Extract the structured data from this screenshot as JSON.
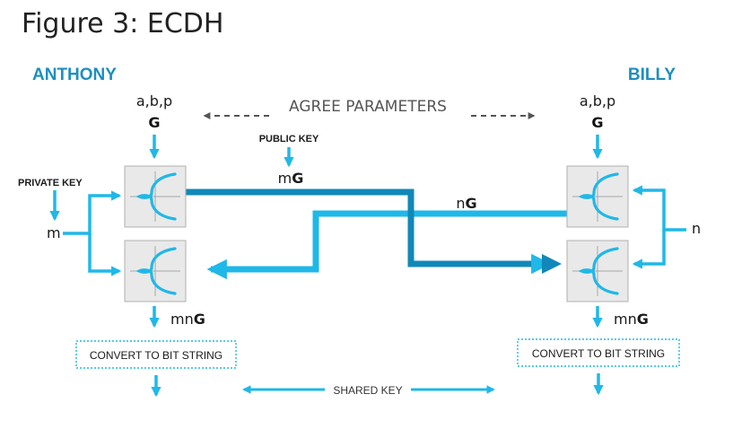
{
  "figure": {
    "title": "Figure 3: ECDH"
  },
  "parties": {
    "left": "ANTHONY",
    "right": "BILLY"
  },
  "parameters": {
    "text": "a,b,p",
    "generator": "G",
    "agree_label": "AGREE PARAMETERS"
  },
  "left": {
    "private_key_label": "PRIVATE KEY",
    "private_value": "m",
    "shared_result_prefix": "mn",
    "shared_result_bold": "G",
    "convert_label": "CONVERT TO BIT STRING"
  },
  "right": {
    "private_value": "n",
    "shared_result_prefix": "mn",
    "shared_result_bold": "G",
    "convert_label": "CONVERT TO BIT STRING"
  },
  "exchange": {
    "public_key_label": "PUBLIC KEY",
    "left_public_prefix": "m",
    "left_public_bold": "G",
    "right_public_prefix": "n",
    "right_public_bold": "G"
  },
  "shared_key_label": "SHARED KEY",
  "colors": {
    "light_blue": "#1fb8e8",
    "dark_blue": "#1188b8",
    "party_blue": "#1e8fbf",
    "box_fill": "#e9e9e9"
  },
  "icons": [
    "elliptic-curve-icon"
  ]
}
